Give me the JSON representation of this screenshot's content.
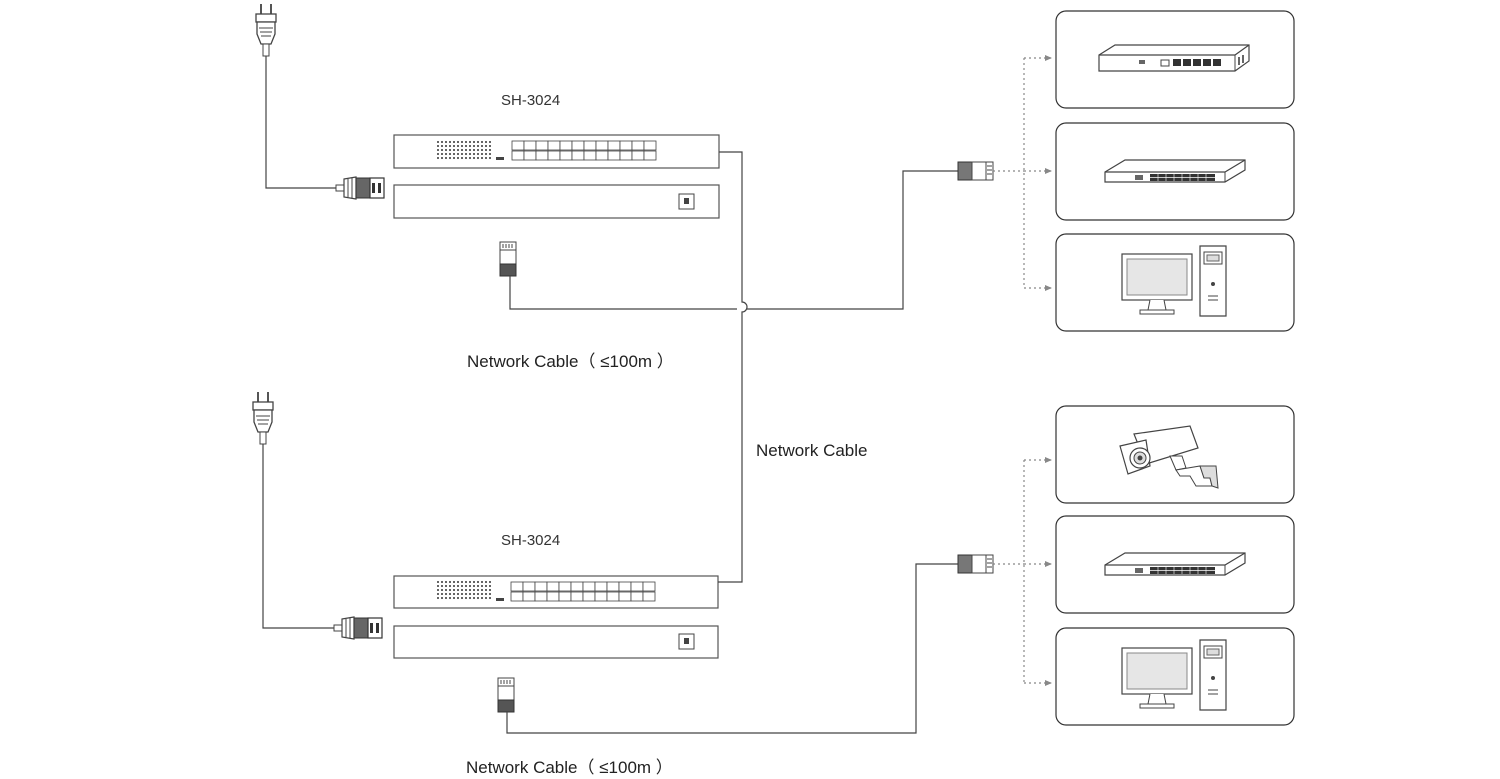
{
  "switches": [
    {
      "model": "SH-3024",
      "uplink_cable": "Network Cable（ ≤100m ）"
    },
    {
      "model": "SH-3024",
      "uplink_cable": "Network Cable（ ≤100m ）"
    }
  ],
  "cascade_cable": "Network Cable",
  "devices_top": [
    "poe-switch-icon",
    "switch-icon",
    "computer-icon"
  ],
  "devices_bottom": [
    "camera-icon",
    "switch-icon",
    "computer-icon"
  ],
  "colors": {
    "line": "#444444",
    "arrow": "#888888",
    "box_border": "#333333"
  }
}
